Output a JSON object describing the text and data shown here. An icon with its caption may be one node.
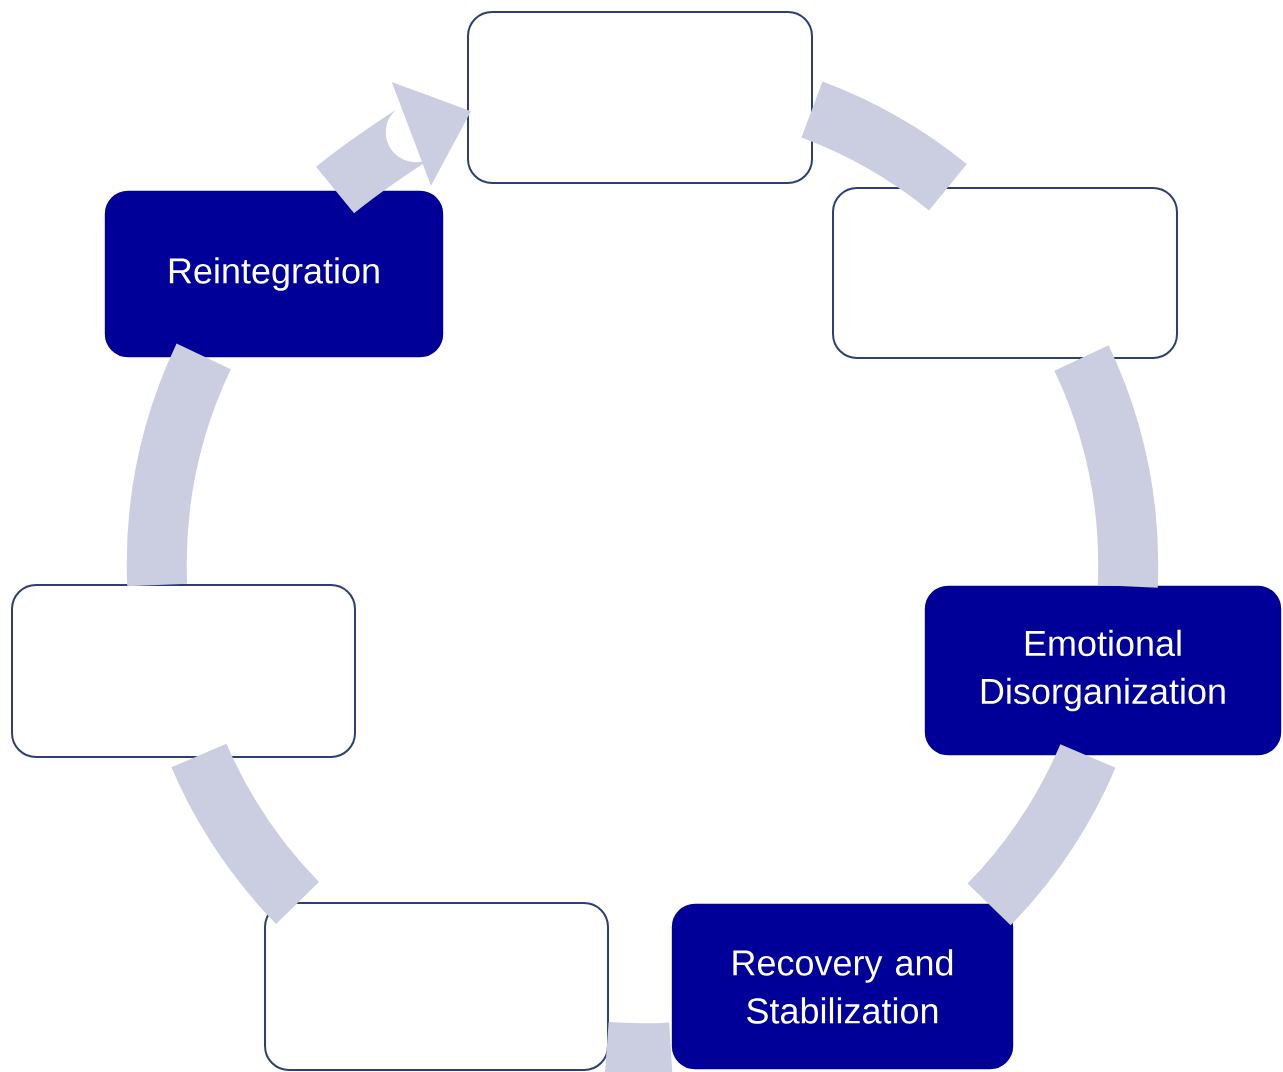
{
  "diagram": {
    "nodes": [
      {
        "text": [],
        "shape": "box"
      },
      {
        "text": [
          "Reintegration"
        ]
      },
      {
        "text": [],
        "shape": "box"
      },
      {
        "text": [],
        "shape": "box"
      },
      {
        "text": [
          "Emotional Disorganization"
        ]
      },
      {
        "text": [],
        "shape": "box"
      },
      {
        "text": [
          "Recovery and Stabilization"
        ]
      }
    ],
    "edges": [
      {
        "from": 0,
        "to": 2,
        "arrow": "none"
      },
      {
        "from": 2,
        "to": 4,
        "arrow": "none"
      },
      {
        "from": 4,
        "to": 6,
        "arrow": "none"
      },
      {
        "from": 6,
        "to": 5,
        "arrow": "none"
      },
      {
        "from": 5,
        "to": 3,
        "arrow": "none"
      },
      {
        "from": 3,
        "to": 1,
        "arrow": "none"
      },
      {
        "from": 1,
        "to": 0,
        "arrow": "to"
      }
    ]
  }
}
